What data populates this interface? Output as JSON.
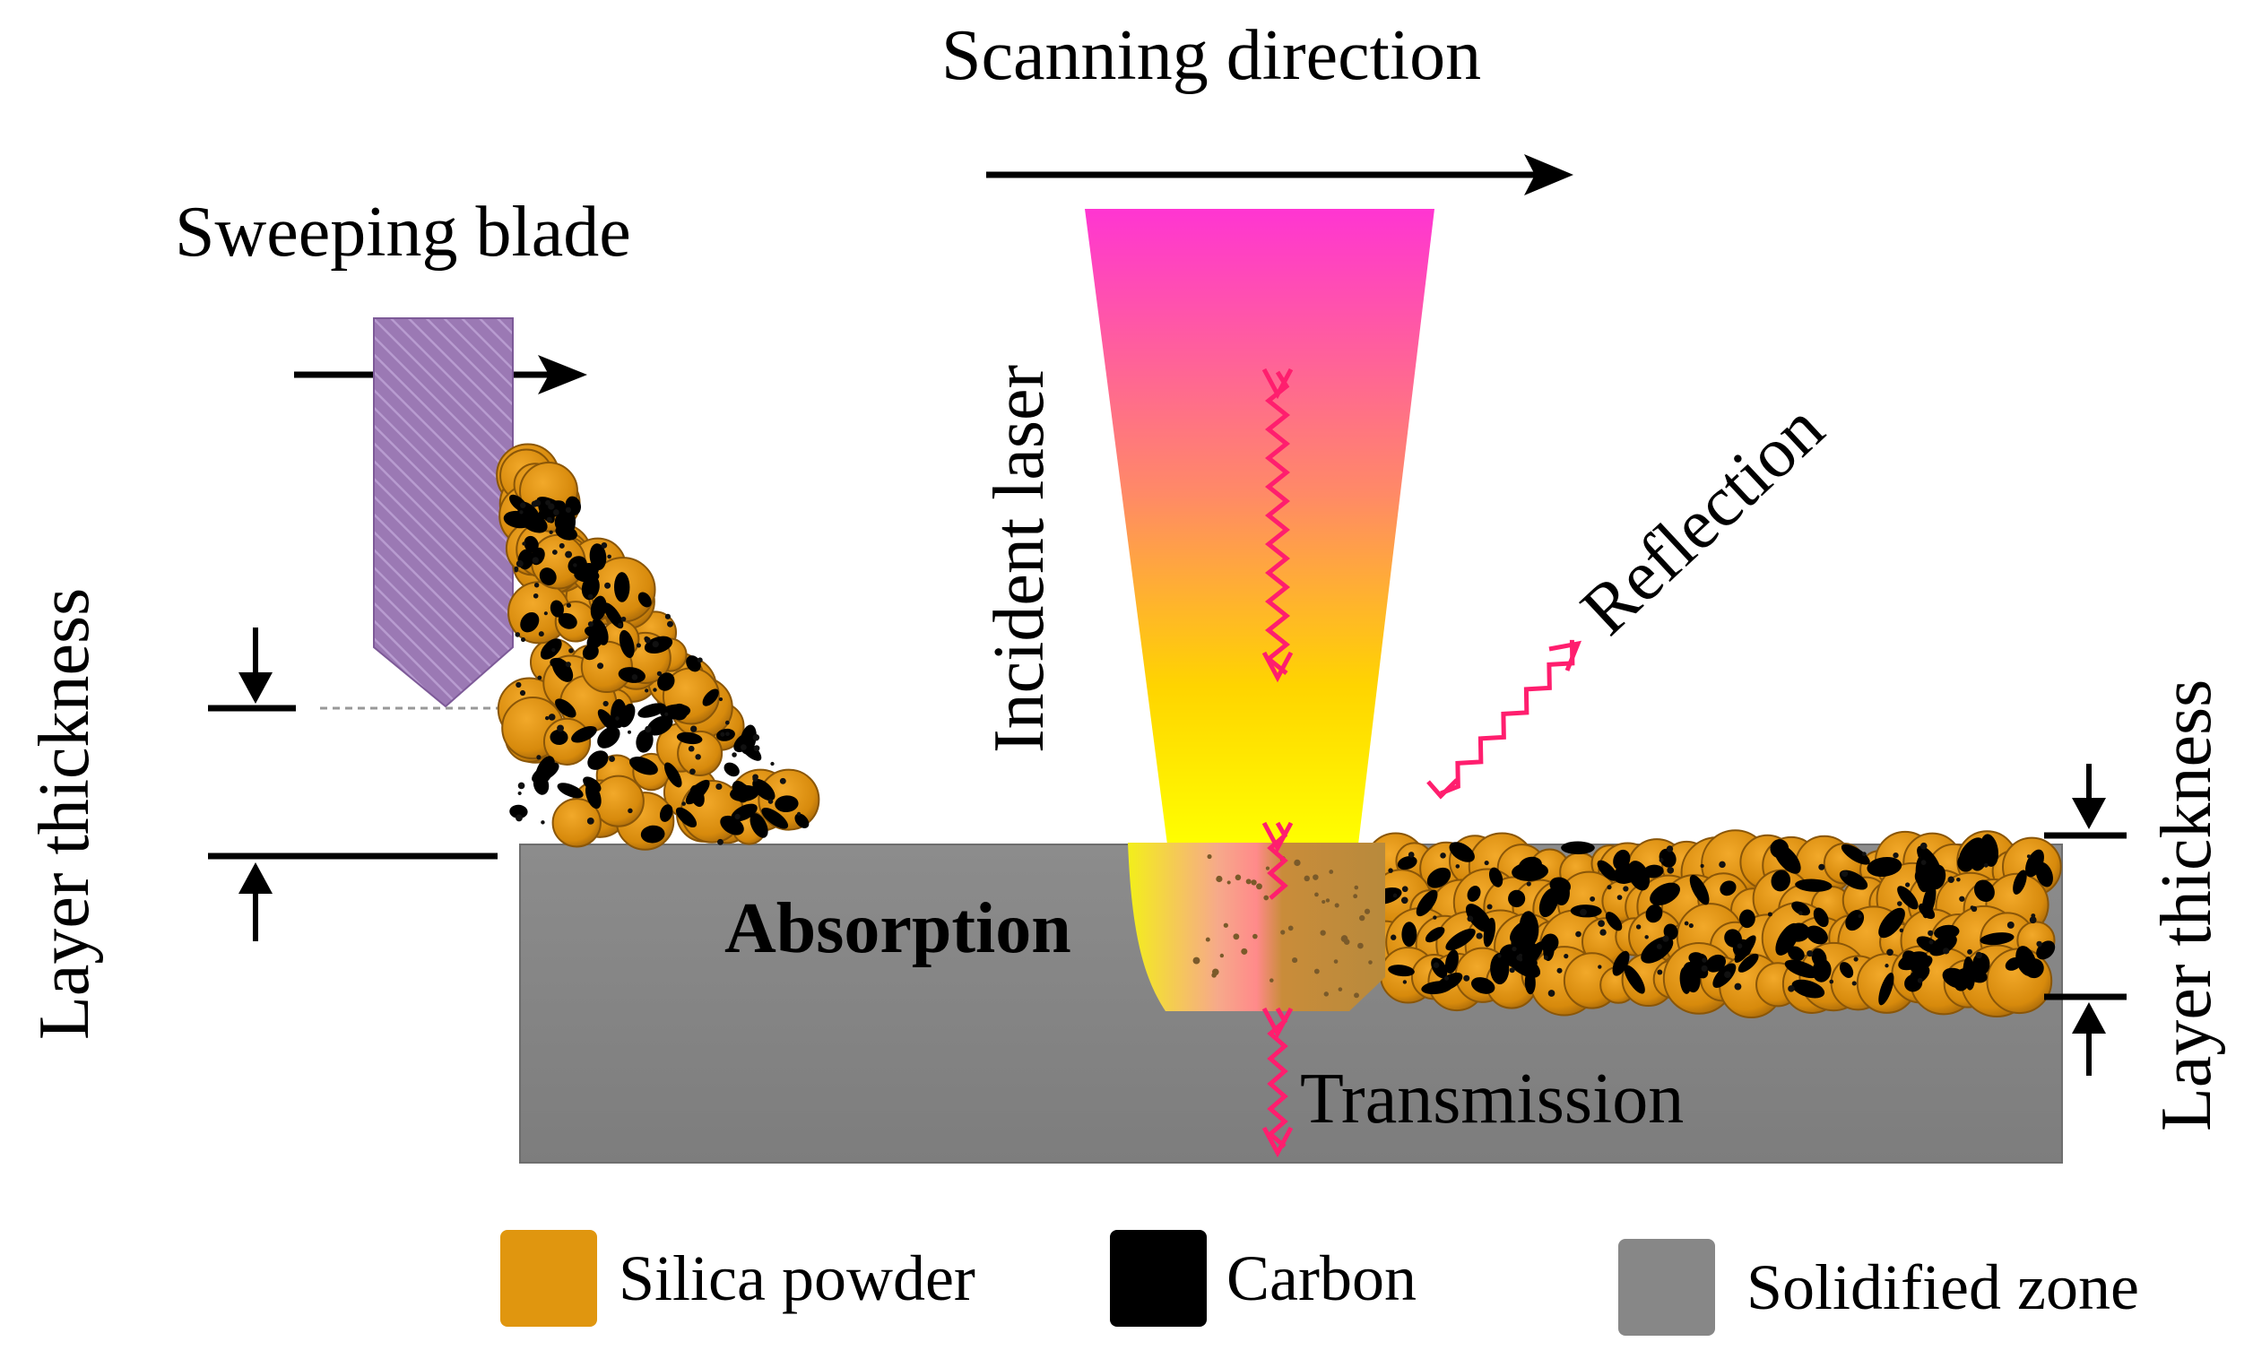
{
  "labels": {
    "scanning_direction": "Scanning direction",
    "sweeping_blade": "Sweeping blade",
    "incident_laser": "Incident laser",
    "reflection": "Reflection",
    "absorption": "Absorption",
    "transmission": "Transmission",
    "layer_thickness_left": "Layer thickness",
    "layer_thickness_right": "Layer thickness"
  },
  "legend": [
    {
      "label": "Silica powder",
      "color": "#e0960f"
    },
    {
      "label": "Carbon",
      "color": "#000000"
    },
    {
      "label": "Solidified zone",
      "color": "#878787"
    }
  ],
  "colors": {
    "blade": "#9b79b4",
    "laser_top": "#ff35d2",
    "laser_mid": "#ff8a66",
    "laser_bottom": "#ffff00",
    "ray": "#ff1e6e",
    "substrate": "#878787"
  }
}
